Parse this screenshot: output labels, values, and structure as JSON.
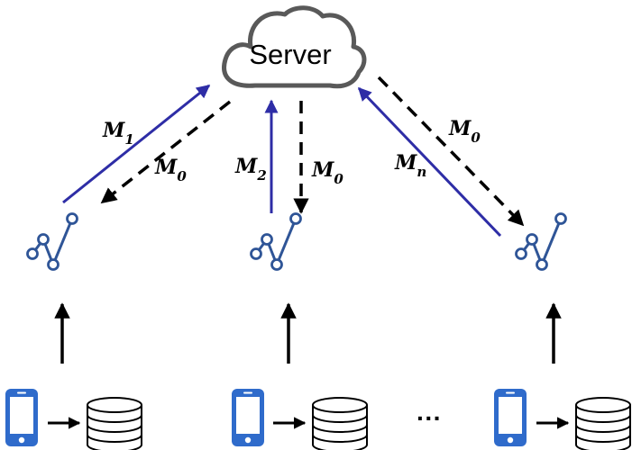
{
  "server": {
    "label": "Server",
    "icon": "cloud-icon"
  },
  "uplinks": [
    {
      "base": "M",
      "sub": "1"
    },
    {
      "base": "M",
      "sub": "2"
    },
    {
      "base": "M",
      "sub": "n"
    }
  ],
  "downlink": {
    "base": "M",
    "sub": "0"
  },
  "ellipsis": "···",
  "colors": {
    "uplink_arrow": "#2E2DA6",
    "downlink_arrow": "#000000",
    "model_icon": "#2F5597",
    "device_icon": "#2F6BCB",
    "cloud_stroke": "#595959"
  },
  "icons": {
    "model": "line-chart-model-icon",
    "device": "smartphone-icon",
    "data": "database-icon"
  }
}
